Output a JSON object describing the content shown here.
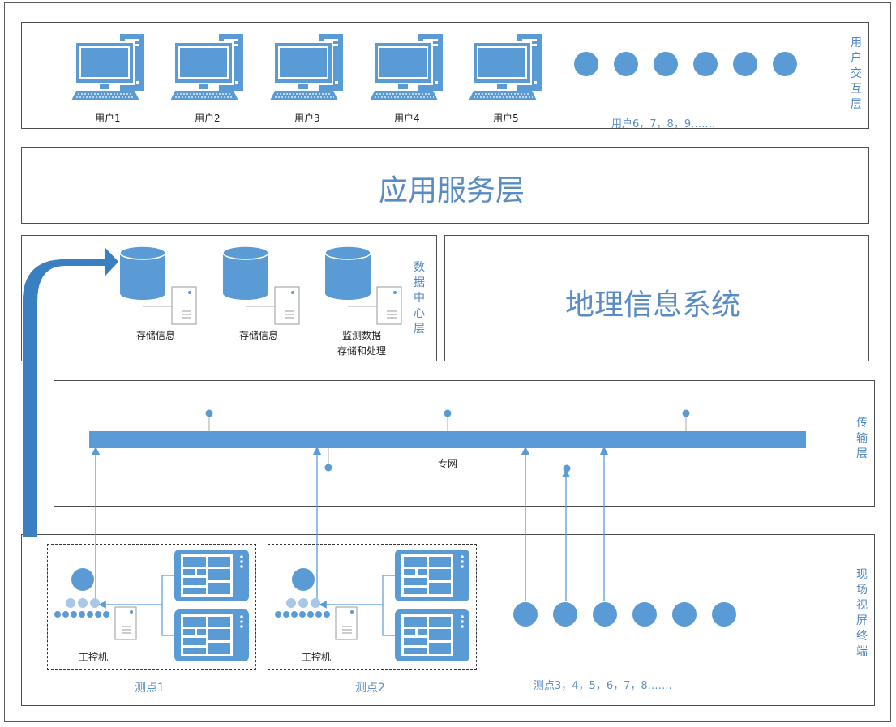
{
  "colors": {
    "accent": "#5b9bd5",
    "dark_blue": "#2e75b6",
    "line": "#5b9bd5",
    "text_blue": "#5b8fc7"
  },
  "user_layer": {
    "label": "用户交互层",
    "users": [
      "用户1",
      "用户2",
      "用户3",
      "用户4",
      "用户5"
    ],
    "more_users": "用户6，7，8，9…….",
    "icon": "desktop-computer-icon"
  },
  "app_layer": {
    "title": "应用服务层"
  },
  "data_center": {
    "label": "数据中心层",
    "stores": [
      {
        "label": "存储信息"
      },
      {
        "label": "存储信息"
      },
      {
        "label_line1": "监测数据",
        "label_line2": "存储和处理"
      }
    ],
    "icon": "database-server-icon"
  },
  "gis": {
    "title": "地理信息系统"
  },
  "transport": {
    "label": "传输层",
    "network": "专网"
  },
  "terminal_layer": {
    "label": "现场视屏终端",
    "points": [
      {
        "ipc": "工控机",
        "name": "测点1"
      },
      {
        "ipc": "工控机",
        "name": "测点2"
      }
    ],
    "more_points": "测点3，4，5，6，7，8……."
  }
}
